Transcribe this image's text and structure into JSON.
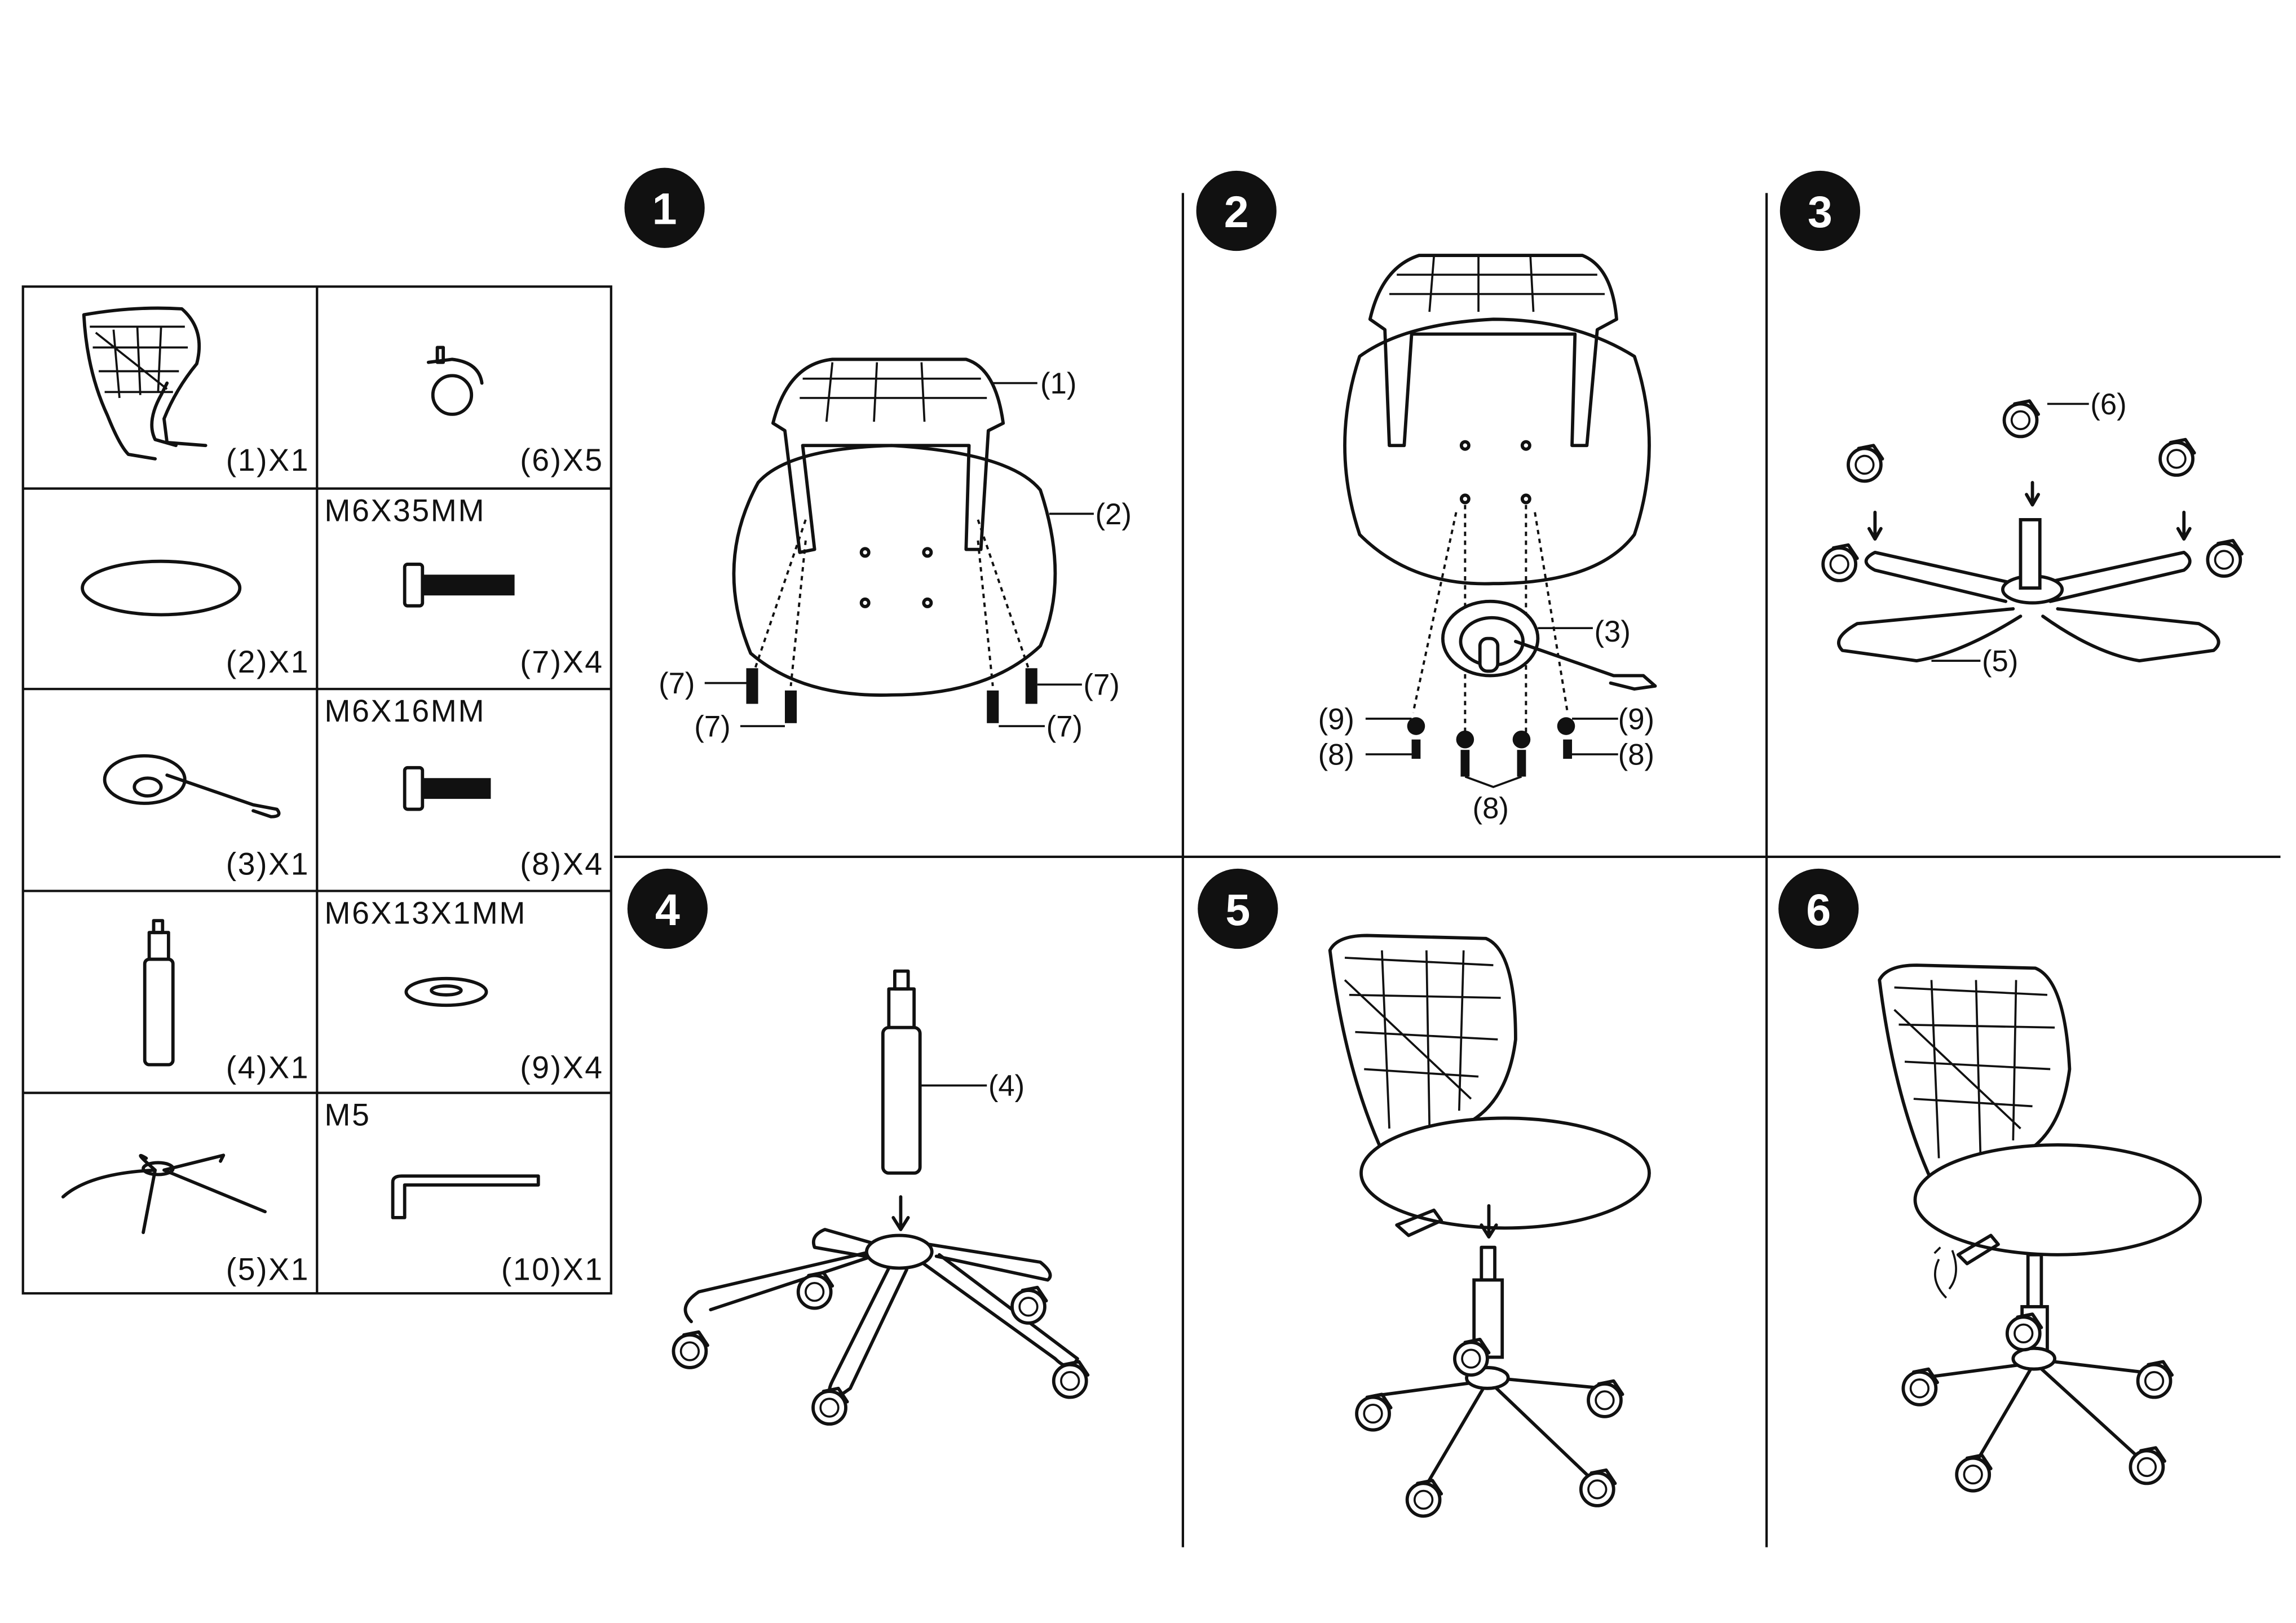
{
  "parts": [
    {
      "label": "(1)X1"
    },
    {
      "label": "(6)X5"
    },
    {
      "label": "(2)X1"
    },
    {
      "spec": "M6X35MM",
      "label": "(7)X4"
    },
    {
      "label": "(3)X1"
    },
    {
      "spec": "M6X16MM",
      "label": "(8)X4"
    },
    {
      "label": "(4)X1"
    },
    {
      "spec": "M6X13X1MM",
      "label": "(9)X4"
    },
    {
      "label": "(5)X1"
    },
    {
      "spec": "M5",
      "label": "(10)X1"
    }
  ],
  "steps": [
    {
      "number": "1",
      "callouts": [
        "(1)",
        "(2)",
        "(7)",
        "(7)",
        "(7)",
        "(7)"
      ]
    },
    {
      "number": "2",
      "callouts": [
        "(3)",
        "(9)",
        "(9)",
        "(8)",
        "(8)",
        "(8)"
      ]
    },
    {
      "number": "3",
      "callouts": [
        "(6)",
        "(5)"
      ]
    },
    {
      "number": "4",
      "callouts": [
        "(4)"
      ]
    },
    {
      "number": "5",
      "callouts": []
    },
    {
      "number": "6",
      "callouts": []
    }
  ]
}
